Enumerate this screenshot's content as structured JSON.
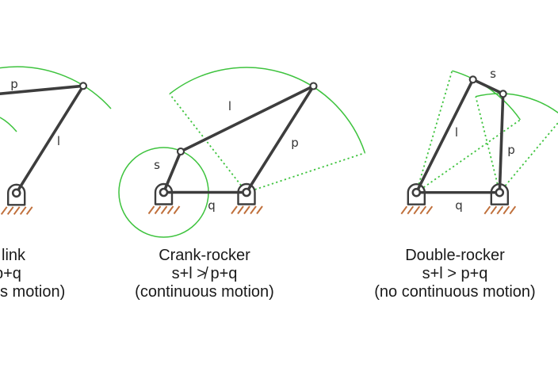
{
  "colors": {
    "background": "#ffffff",
    "link": "#3d3d3d",
    "green": "#3ec33e",
    "hatch": "#c0703c",
    "captext": "#1a1a1a",
    "labeltext": "#333333"
  },
  "diagrams": {
    "left": {
      "link_labels": {
        "p": "p",
        "l": "l"
      },
      "caption": [
        "link",
        "p+q",
        "s motion)"
      ]
    },
    "middle": {
      "link_labels": {
        "s": "s",
        "l": "l",
        "p": "p",
        "q": "q"
      },
      "caption": [
        "Crank-rocker",
        "s+l ≯ p+q",
        "(continuous motion)"
      ]
    },
    "right": {
      "link_labels": {
        "s": "s",
        "l": "l",
        "p": "p",
        "q": "q"
      },
      "caption": [
        "Double-rocker",
        "s+l > p+q",
        "(no continuous motion)"
      ]
    }
  }
}
